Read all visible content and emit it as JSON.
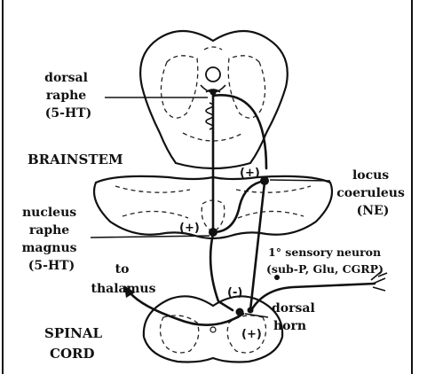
{
  "labels": {
    "dorsal_raphe": [
      "dorsal",
      "raphe",
      "(5-HT)"
    ],
    "brainstem": "BRAINSTEM",
    "locus_coeruleus": [
      "locus",
      "coeruleus",
      "(NE)"
    ],
    "nucleus_raphe_magnus": [
      "nucleus",
      "raphe",
      "magnus",
      "(5-HT)"
    ],
    "sensory_neuron": [
      "1° sensory neuron",
      "(sub-P, Glu, CGRP)"
    ],
    "to_thalamus": [
      "to",
      "thalamus"
    ],
    "spinal_cord": [
      "SPINAL",
      "CORD"
    ],
    "dorsal_horn": [
      "dorsal",
      "horn"
    ]
  },
  "signs": {
    "locus_plus": "(+)",
    "magnus_plus": "(+)",
    "horn_minus": "(-)",
    "horn_plus": "(+)"
  }
}
